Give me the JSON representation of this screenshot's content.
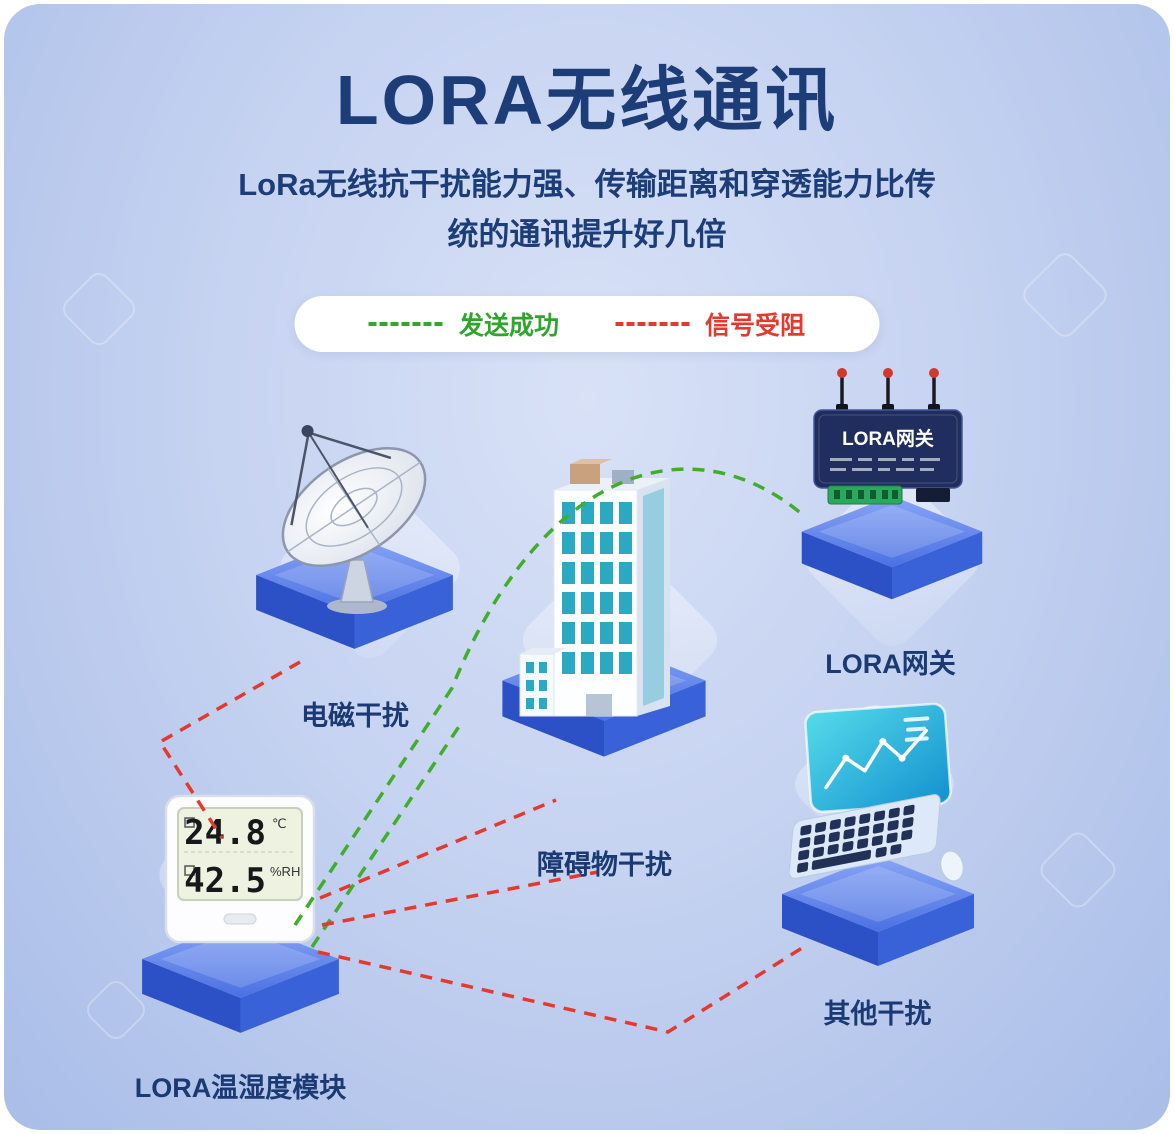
{
  "header": {
    "title": "LORA无线通讯",
    "subtitle_lines": [
      "LoRa无线抗干扰能力强、传输距离和穿透能力比传",
      "统的通讯提升好几倍"
    ]
  },
  "legend": {
    "success_label": "发送成功",
    "blocked_label": "信号受阻",
    "success_color": "#35a82c",
    "blocked_color": "#e6392d"
  },
  "colors": {
    "title_navy": "#1c3d78",
    "platform_blue": "#4b70e2",
    "screen_teal": "#1ea5cf",
    "window_teal": "#2ba9c2",
    "gateway_navy": "#1f2e5e"
  },
  "nodes": {
    "dish": {
      "label": "电磁干扰"
    },
    "building": {
      "label": "障碍物干扰"
    },
    "gateway": {
      "label": "LORA网关",
      "device_label": "LORA网关"
    },
    "other": {
      "label": "其他干扰"
    },
    "module": {
      "label": "LORA温湿度模块",
      "lcd": {
        "temp_value": "24.8",
        "temp_unit": "℃",
        "humidity_value": "42.5",
        "humidity_unit": "%RH"
      }
    }
  }
}
